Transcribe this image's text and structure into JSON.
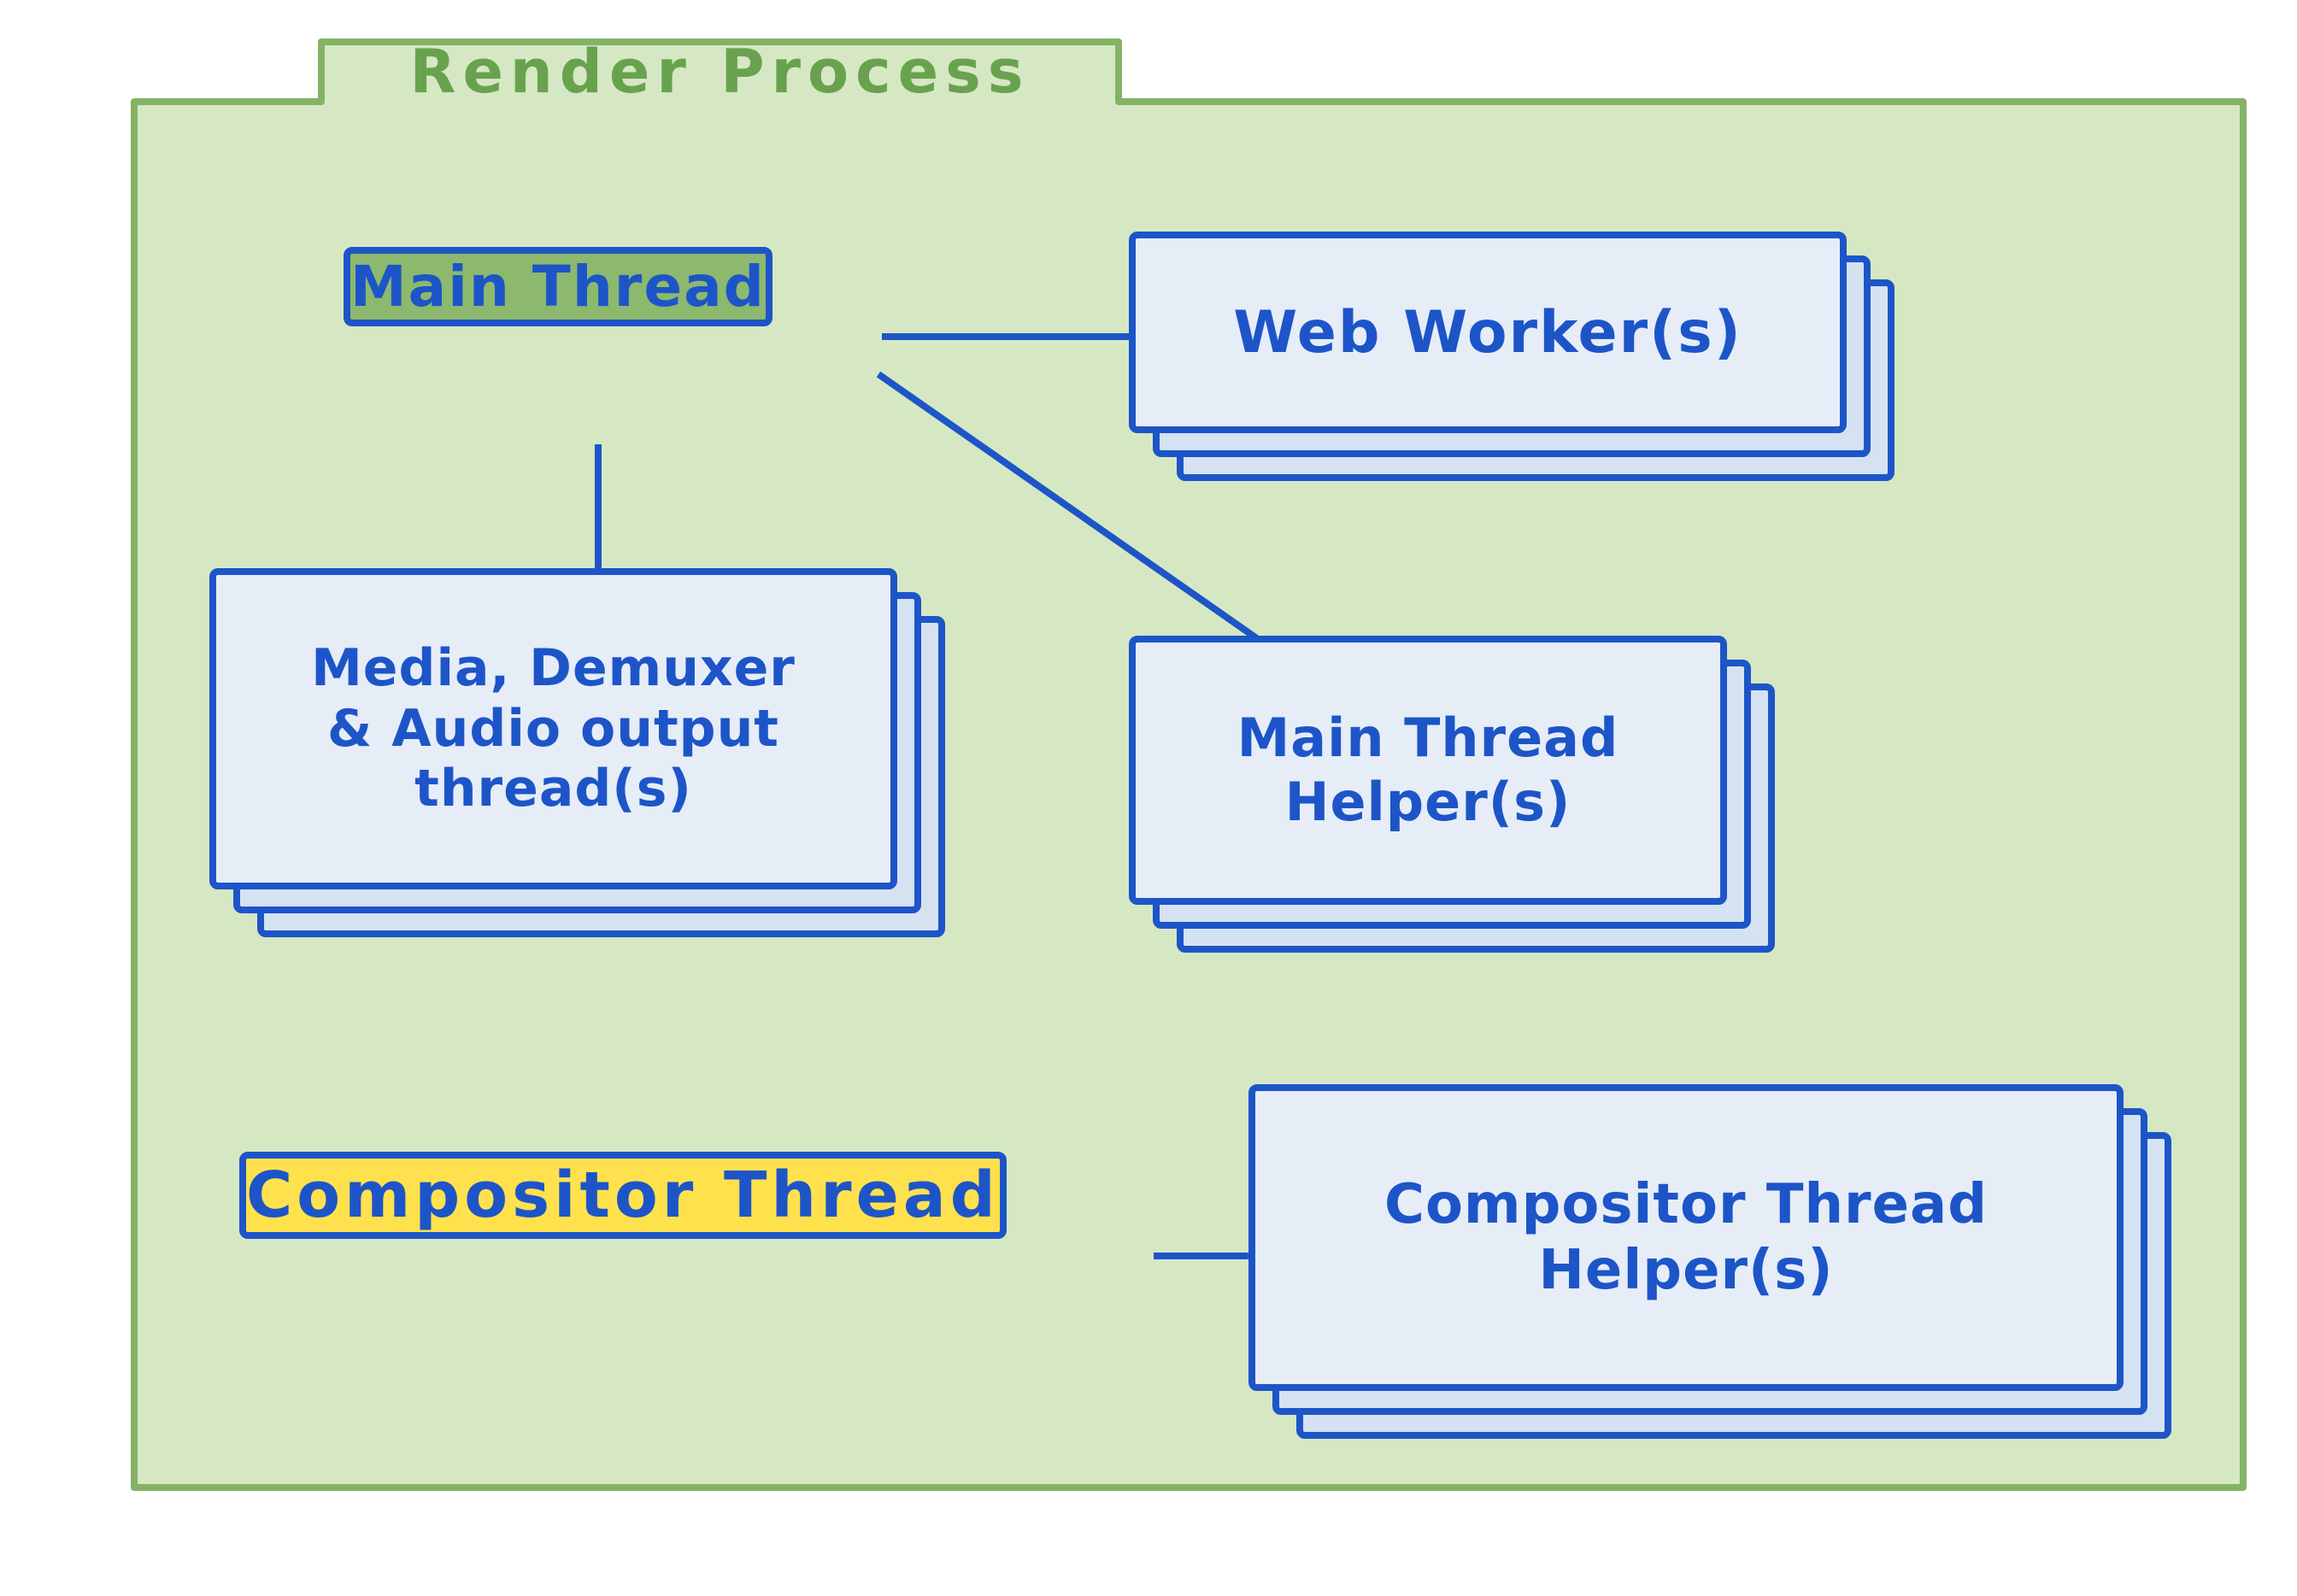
{
  "diagram": {
    "title": "Render Process",
    "colors": {
      "container_fill": "#d5e8c3",
      "container_border": "#84b266",
      "title_text": "#69a24e",
      "node_border": "#1d55c8",
      "node_text": "#1d55c8",
      "stack_card_fill": "#e6edf7",
      "main_thread_fill": "#8cb96d",
      "compositor_fill": "#ffe14d"
    },
    "nodes": {
      "main_thread": {
        "label": "Main Thread"
      },
      "web_workers": {
        "label": "Web Worker(s)"
      },
      "media": {
        "line1": "Media, Demuxer",
        "line2": "& Audio output",
        "line3": "thread(s)"
      },
      "main_helpers": {
        "line1": "Main Thread",
        "line2": "Helper(s)"
      },
      "compositor": {
        "label": "Compositor Thread"
      },
      "compositor_helpers": {
        "line1": "Compositor Thread",
        "line2": "Helper(s)"
      }
    },
    "edges": [
      {
        "from": "main_thread",
        "to": "web_workers"
      },
      {
        "from": "main_thread",
        "to": "media"
      },
      {
        "from": "main_thread",
        "to": "main_helpers"
      },
      {
        "from": "compositor",
        "to": "compositor_helpers"
      }
    ]
  }
}
